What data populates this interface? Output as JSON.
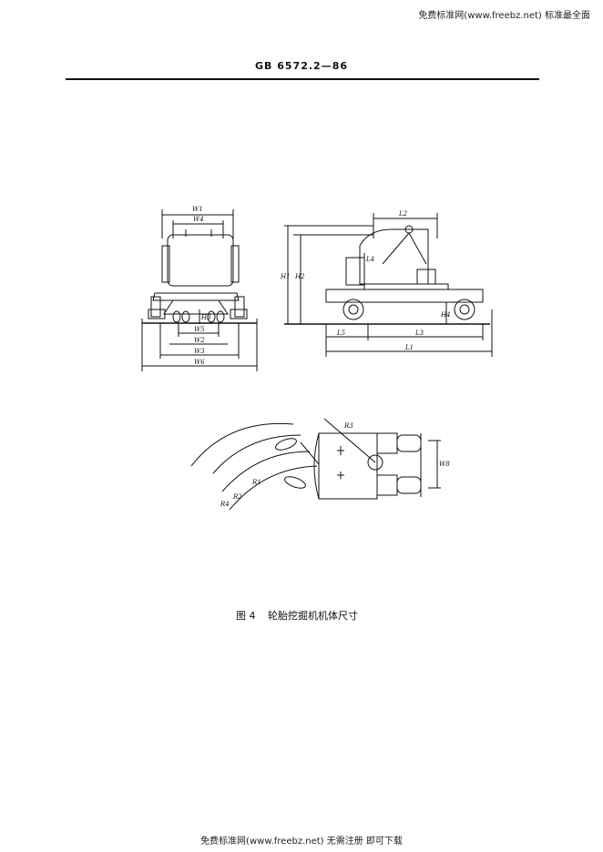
{
  "header": {
    "site_banner": "免费标准网(www.freebz.net) 标准最全面"
  },
  "standard_number": "GB 6572.2—86",
  "figure": {
    "labels_front": [
      "W1",
      "W4",
      "W5",
      "W2",
      "W3",
      "W6",
      "H3"
    ],
    "labels_side": [
      "L2",
      "L4",
      "H1",
      "H2",
      "H4",
      "L5",
      "L3",
      "L1"
    ],
    "labels_top": [
      "R3",
      "R1",
      "R2",
      "R4",
      "W8"
    ]
  },
  "caption": {
    "number": "图 4",
    "title": "轮胎挖掘机机体尺寸"
  },
  "footer": {
    "text": "免费标准网(www.freebz.net) 无需注册 即可下载"
  }
}
